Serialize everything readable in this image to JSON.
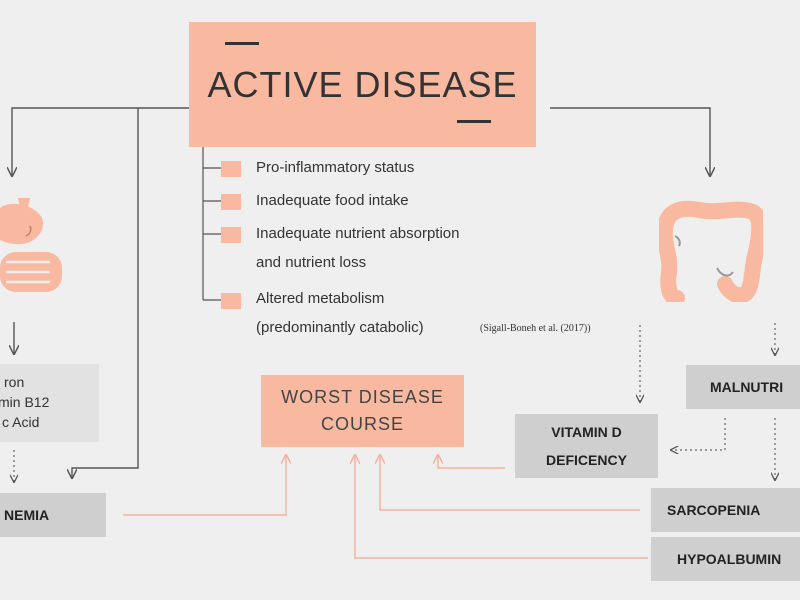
{
  "title": "ACTIVE DISEASE",
  "causes": [
    "Pro-inflammatory status",
    "Inadequate food intake",
    "Inadequate nutrient absorption",
    "and nutrient loss",
    "Altered metabolism",
    "(predominantly catabolic)"
  ],
  "citation": "(Sigall-Boneh et al. (2017))",
  "worst_course": [
    "WORST DISEASE",
    "COURSE"
  ],
  "deficiencies": [
    "ron",
    "min B12",
    "c Acid"
  ],
  "outcomes": {
    "anemia": "NEMIA",
    "vitamin_d": [
      "VITAMIN D",
      "DEFICENCY"
    ],
    "malnutrition": "MALNUTRI",
    "sarcopenia": "SARCOPENIA",
    "hypoalbumin": "HYPOALBUMIN"
  },
  "icons": [
    "stomach-intestine-icon",
    "colon-icon"
  ],
  "colors": {
    "accent": "#f8b9a0",
    "grey_box": "#cfcfcf",
    "line": "#555555",
    "background": "#efefef"
  }
}
